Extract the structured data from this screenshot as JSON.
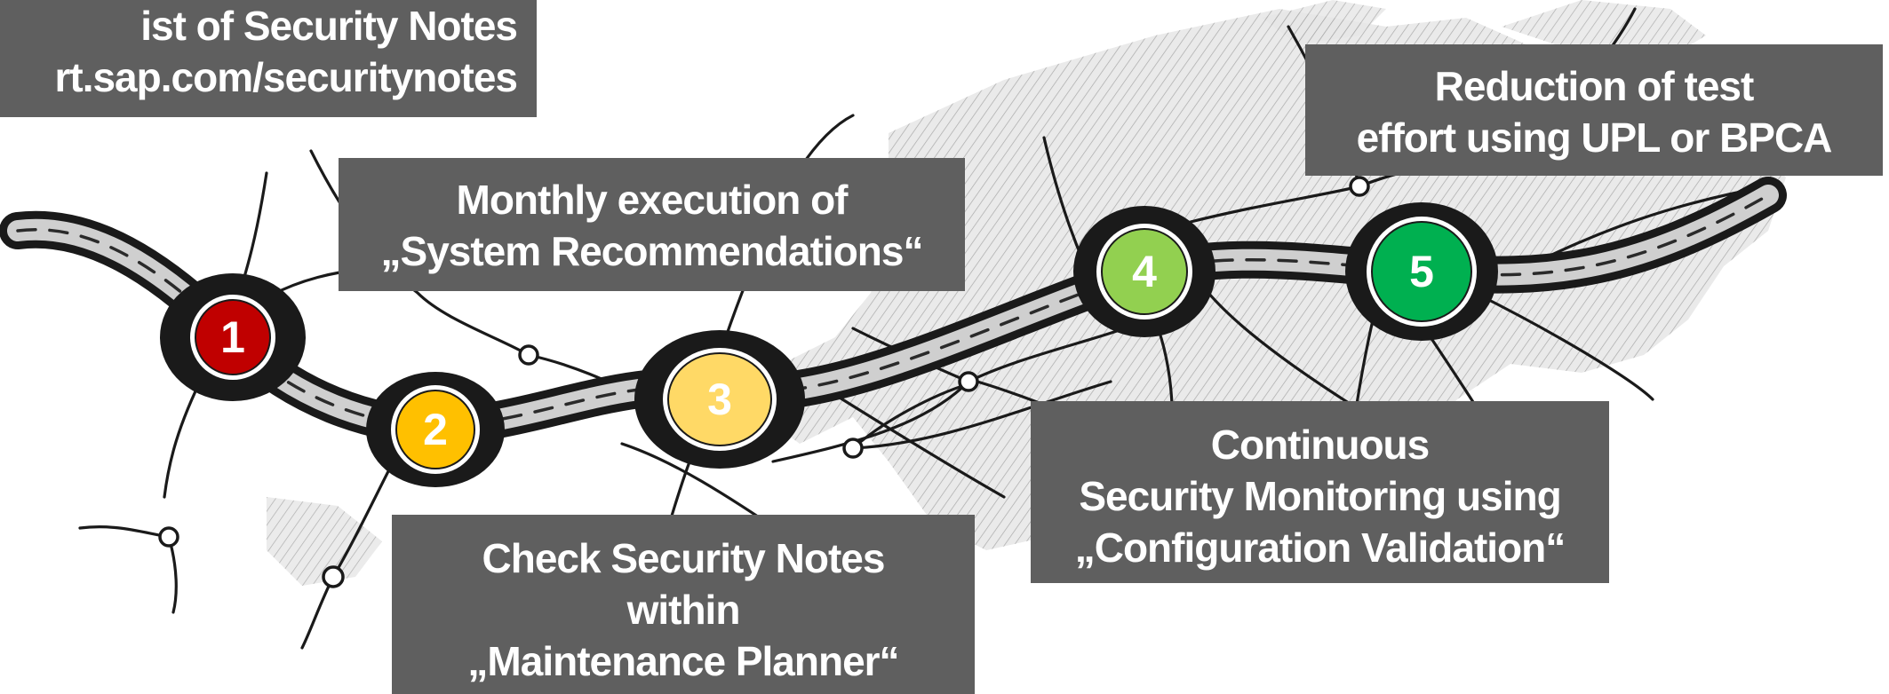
{
  "callouts": {
    "security_notes_list": {
      "line1": "ist of Security Notes",
      "line2": "rt.sap.com/securitynotes"
    },
    "monthly_execution": {
      "line1": "Monthly execution of",
      "line2": "„System Recommendations“"
    },
    "reduction_test_effort": {
      "line1": "Reduction of test",
      "line2": "effort using UPL or BPCA"
    },
    "check_security_notes": {
      "line1": "Check Security Notes",
      "line2": "within",
      "line3": "„Maintenance Planner“"
    },
    "continuous_monitoring": {
      "line1": "Continuous",
      "line2": "Security Monitoring using",
      "line3": "„Configuration Validation“"
    }
  },
  "markers": [
    {
      "number": "1",
      "color": "#c00000"
    },
    {
      "number": "2",
      "color": "#ffc000"
    },
    {
      "number": "3",
      "color": "#ffd966"
    },
    {
      "number": "4",
      "color": "#92d050"
    },
    {
      "number": "5",
      "color": "#00b050"
    }
  ],
  "colors": {
    "callout_background": "#5f5f5f",
    "callout_text": "#ffffff",
    "sketch_stroke": "#1a1a1a",
    "sketch_shading": "#d9d9d9"
  }
}
